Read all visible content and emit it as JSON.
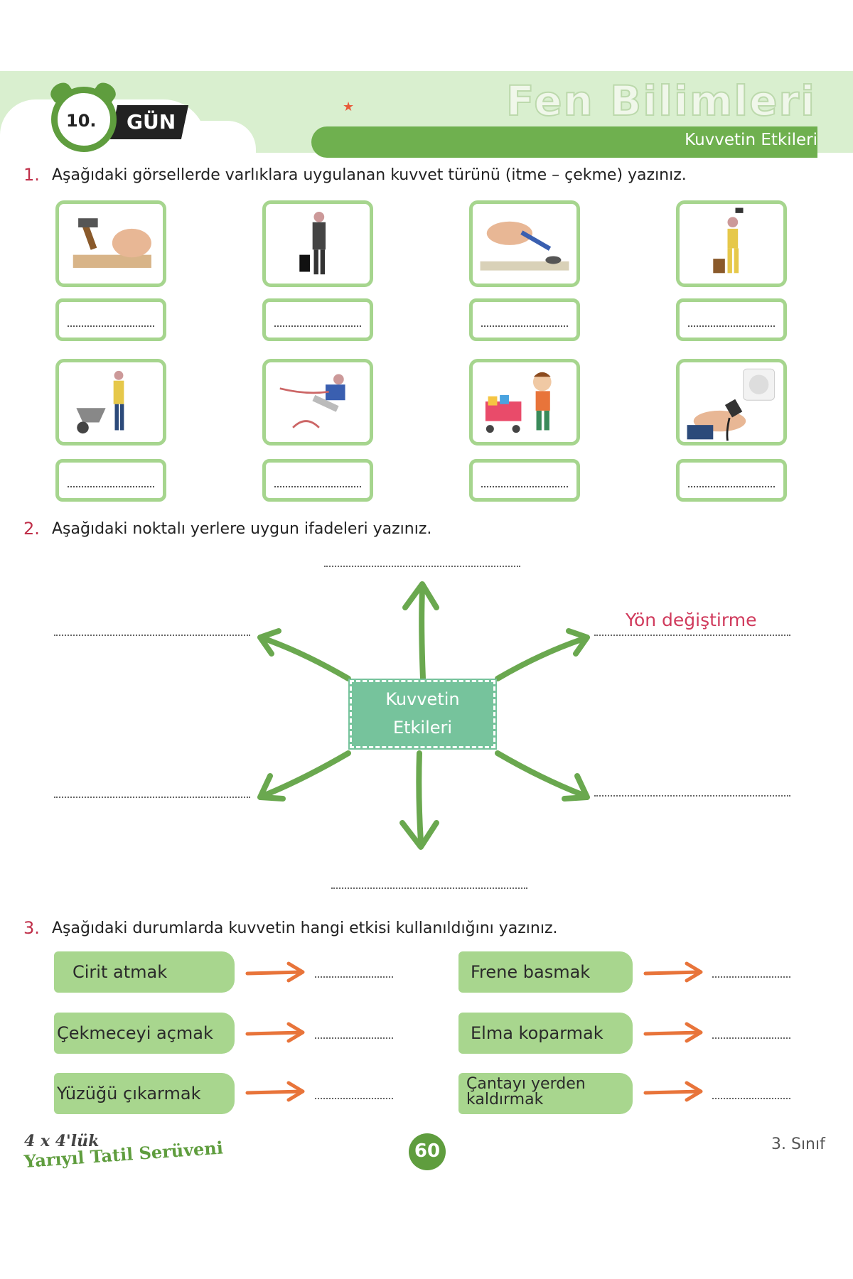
{
  "header": {
    "day_number": "10.",
    "day_label": "GÜN",
    "subject": "Fen Bilimleri",
    "topic": "Kuvvetin Etkileri"
  },
  "q1": {
    "number": "1.",
    "text": "Aşağıdaki görsellerde varlıklara uygulanan kuvvet türünü (itme – çekme) yazınız.",
    "images": [
      "hammer-nail-icon",
      "suitcase-man-icon",
      "paintbrush-icon",
      "axe-man-icon",
      "wheelbarrow-icon",
      "rope-pull-icon",
      "shopping-cart-icon",
      "plug-icon"
    ]
  },
  "q2": {
    "number": "2.",
    "text": "Aşağıdaki noktalı yerlere uygun ifadeleri yazınız.",
    "center_line1": "Kuvvetin",
    "center_line2": "Etkileri",
    "filled_answer": "Yön değiştirme"
  },
  "q3": {
    "number": "3.",
    "text": "Aşağıdaki durumlarda kuvvetin hangi etkisi kullanıldığını yazınız.",
    "left_items": [
      "Cirit atmak",
      "Çekmeceyi açmak",
      "Yüzüğü çıkarmak"
    ],
    "right_items": [
      "Frene basmak",
      "Elma koparmak",
      "Çantayı yerden kaldırmak"
    ]
  },
  "footer": {
    "brand_line1": "4 x 4'lük",
    "brand_line2": "Yarıyıl Tatil Serüveni",
    "page_number": "60",
    "grade": "3. Sınıf"
  },
  "colors": {
    "accent_green": "#5f9d3e",
    "light_green": "#a6d58e",
    "question_number": "#c0304a",
    "arrow_orange": "#e8743a",
    "center_box": "#76c39c"
  }
}
